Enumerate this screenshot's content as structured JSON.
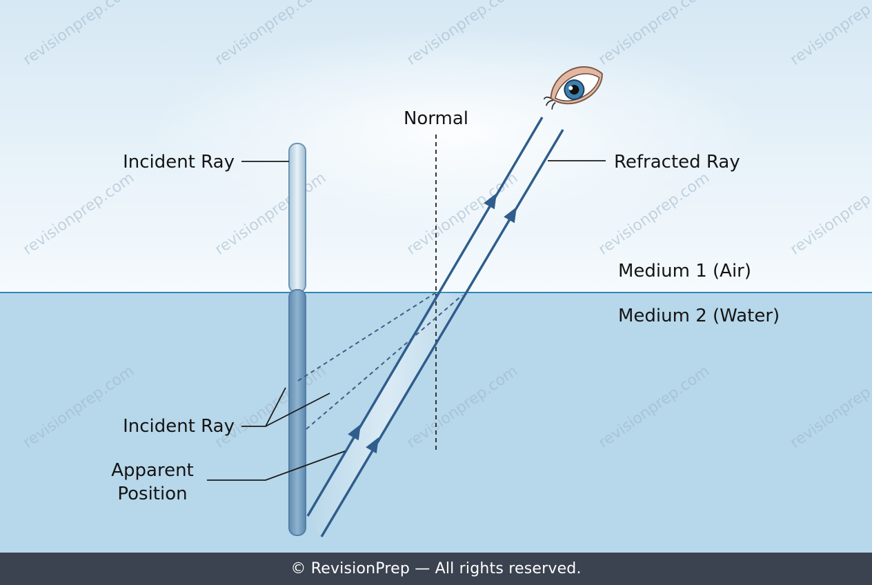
{
  "diagram": {
    "labels": {
      "normal": "Normal",
      "incident_ray_top": "Incident Ray",
      "refracted_ray": "Refracted Ray",
      "medium_1": "Medium 1 (Air)",
      "medium_2": "Medium 2 (Water)",
      "incident_ray_bottom": "Incident Ray",
      "apparent_position_line1": "Apparent",
      "apparent_position_line2": "Position"
    },
    "colors": {
      "air_top": "#dcebf5",
      "air_bottom": "#f4f9fc",
      "water": "#b6d6ea",
      "surface_line": "#2f86b4",
      "ray": "#2f5d8c",
      "rod": "#7fa4c4",
      "leader": "#1a1a1a"
    },
    "icons": [
      "eye-icon"
    ]
  },
  "watermark": {
    "text": "revisionprep.com"
  },
  "footer": {
    "text": "© RevisionPrep — All rights reserved."
  }
}
